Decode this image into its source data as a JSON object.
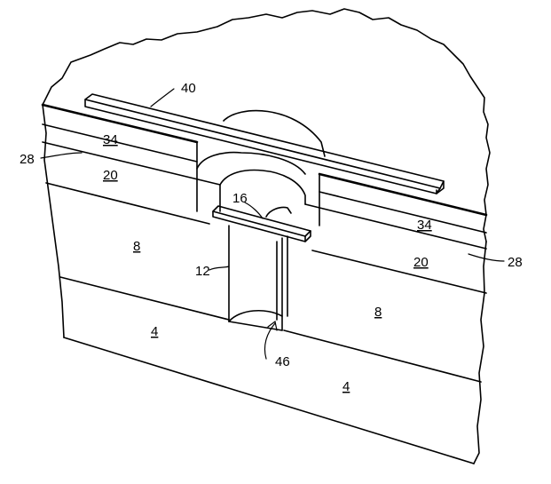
{
  "figure": {
    "labels": {
      "l40": "40",
      "l34a": "34",
      "l34b": "34",
      "l28a": "28",
      "l28b": "28",
      "l20a": "20",
      "l20b": "20",
      "l16": "16",
      "l12": "12",
      "l8a": "8",
      "l8b": "8",
      "l4a": "4",
      "l4b": "4",
      "l46": "46"
    }
  }
}
